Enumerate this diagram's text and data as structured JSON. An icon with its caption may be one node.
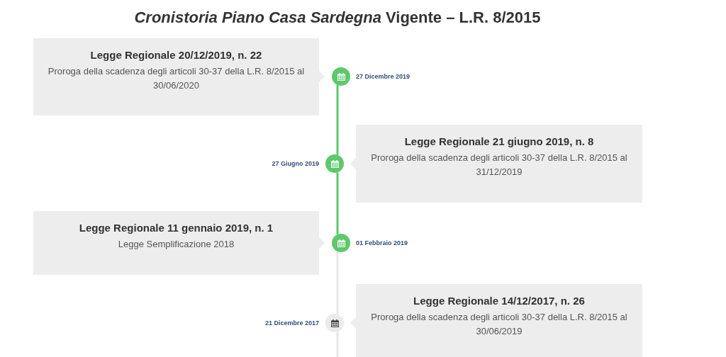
{
  "diagram": {
    "title": "*Cronistoria Piano Casa Sardegna* Vigente – L.R. 8/2015",
    "nodes": [
      {
        "text": [
          "Legge Regionale 20/12/2019, n. 22",
          "Proroga della scadenza degli articoli 30-37 della L.R. 8/2015 al 30/06/2020"
        ]
      },
      {
        "text": [],
        "shape": "circle",
        "beside": [
          "27 Dicembre 2019"
        ]
      },
      {
        "text": [
          "Legge Regionale 21 giugno 2019, n. 8",
          "Proroga della scadenza degli articoli 30-37 della L.R. 8/2015 al 31/12/2019"
        ]
      },
      {
        "text": [],
        "shape": "circle",
        "beside": [
          "27 Giugno 2019"
        ]
      },
      {
        "text": [
          "Legge Regionale 11 gennaio 2019, n. 1",
          "Legge Semplificazione 2018"
        ]
      },
      {
        "text": [],
        "shape": "circle",
        "beside": [
          "01 Febbraio 2019"
        ]
      },
      {
        "text": [
          "Legge Regionale 14/12/2017, n. 26",
          "Proroga della scadenza degli articoli 30-37 della L.R. 8/2015 al 30/06/2019"
        ]
      },
      {
        "text": [],
        "shape": "circle",
        "beside": [
          "21 Dicembre 2017"
        ]
      }
    ],
    "edges": [
      {
        "from": 1,
        "to": 3,
        "arrow": "none"
      },
      {
        "from": 3,
        "to": 5,
        "arrow": "none"
      },
      {
        "from": 5,
        "to": 7,
        "arrow": "none",
        "color": "#e6e6e6"
      },
      {
        "from": 7,
        "to": null,
        "arrow": "none",
        "color": "#e6e6e6"
      }
    ]
  }
}
